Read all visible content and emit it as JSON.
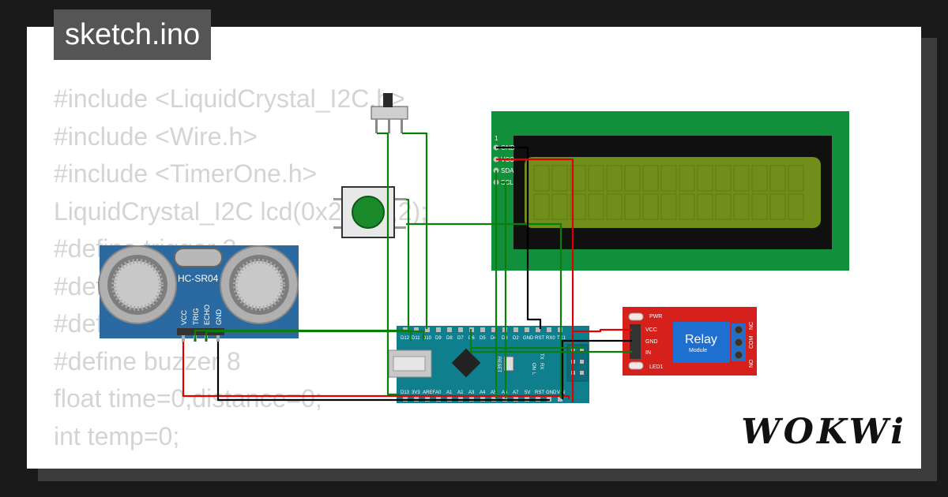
{
  "title": "sketch.ino",
  "brand": "WOKWi",
  "code_lines": [
    "#include <LiquidCrystal_I2C.h>",
    "#include <Wire.h>",
    "#include <TimerOne.h>",
    "LiquidCrystal_I2C lcd(0x27,16,2);",
    "#define trigger 2",
    "#define echo 3",
    "",
    "#define motor 7",
    "#define buzzer 8",
    "float time=0,distance=0;",
    "int temp=0;"
  ],
  "ultrasonic": {
    "model": "HC-SR04",
    "pins": [
      "VCC",
      "TRIG",
      "ECHO",
      "GND"
    ]
  },
  "lcd": {
    "pins": [
      "GND",
      "VCC",
      "SDA",
      "SCL"
    ],
    "pin_number": "1"
  },
  "relay": {
    "title": "Relay",
    "subtitle": "Module",
    "pins": [
      "VCC",
      "GND",
      "IN"
    ],
    "leds": [
      "PWR",
      "LED1"
    ],
    "terminals": [
      "NC",
      "COM",
      "NO"
    ]
  },
  "arduino_nano": {
    "top_pins": [
      "D12",
      "D11",
      "D10",
      "D9",
      "D8",
      "D7",
      "D6",
      "D5",
      "D4",
      "D3",
      "D2",
      "GND",
      "RST",
      "RX0",
      "TX1"
    ],
    "bottom_pins": [
      "D13",
      "3V3",
      "AREF",
      "A0",
      "A1",
      "A2",
      "A3",
      "A4",
      "A5",
      "A6",
      "A7",
      "5V",
      "RST",
      "GND",
      "VIN"
    ],
    "labels": [
      "RESET",
      "TX",
      "RX",
      "ON",
      "L"
    ]
  },
  "colors": {
    "wire_green": "#0a7d0a",
    "wire_red": "#e00000",
    "wire_black": "#000000",
    "pcb_blue": "#2b6aa0",
    "lcd_green": "#128f3a",
    "lcd_screen": "#6f8f1a",
    "relay_red": "#d5201c",
    "nano_teal": "#0f7f8e",
    "button_cap": "#1a8a2a"
  }
}
